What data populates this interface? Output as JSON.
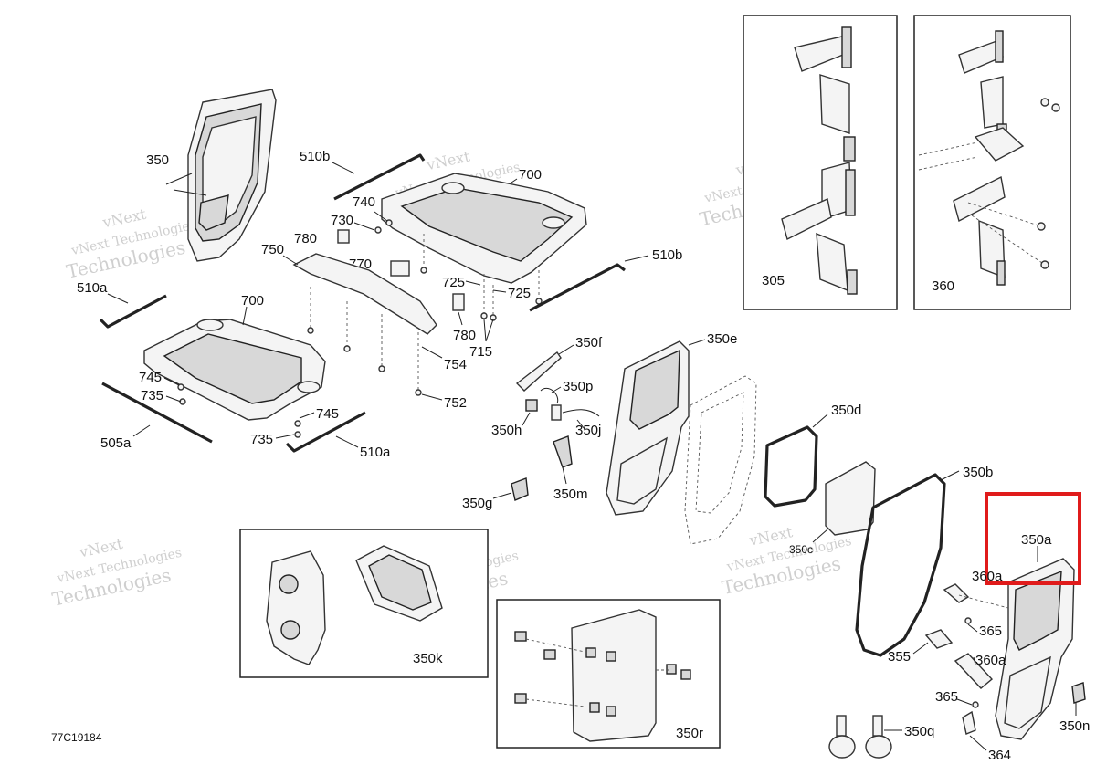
{
  "figure_code": "77C19184",
  "watermark": {
    "line1": "vNext",
    "line2": "vNext Technologies",
    "line3": "Technologies"
  },
  "labels": {
    "l350": "350",
    "l510b_a": "510b",
    "l700_a": "700",
    "l740": "740",
    "l730": "730",
    "l780_a": "780",
    "l750": "750",
    "l770": "770",
    "l510b_b": "510b",
    "l725_a": "725",
    "l725_b": "725",
    "l780_b": "780",
    "l715": "715",
    "l754": "754",
    "l752": "752",
    "l510a_a": "510a",
    "l700_b": "700",
    "l745_a": "745",
    "l735_a": "735",
    "l505a": "505a",
    "l745_b": "745",
    "l735_b": "735",
    "l510a_b": "510a",
    "l350f": "350f",
    "l350e": "350e",
    "l350p": "350p",
    "l350h": "350h",
    "l350j": "350j",
    "l350m": "350m",
    "l350g": "350g",
    "l350d": "350d",
    "l350c": "350c",
    "l350b": "350b",
    "l350a": "350a",
    "l360a_top": "360a",
    "l365_a": "365",
    "l355": "355",
    "l360a": "360a",
    "l365_b": "365",
    "l350q": "350q",
    "l364": "364",
    "l350n": "350n",
    "l305": "305",
    "l360": "360",
    "l350k": "350k",
    "l350r": "350r"
  },
  "highlight": {
    "color": "#e01b1b",
    "target": "350a"
  },
  "colors": {
    "line": "#222222",
    "watermark": "#cfcfcf",
    "background": "#ffffff"
  }
}
